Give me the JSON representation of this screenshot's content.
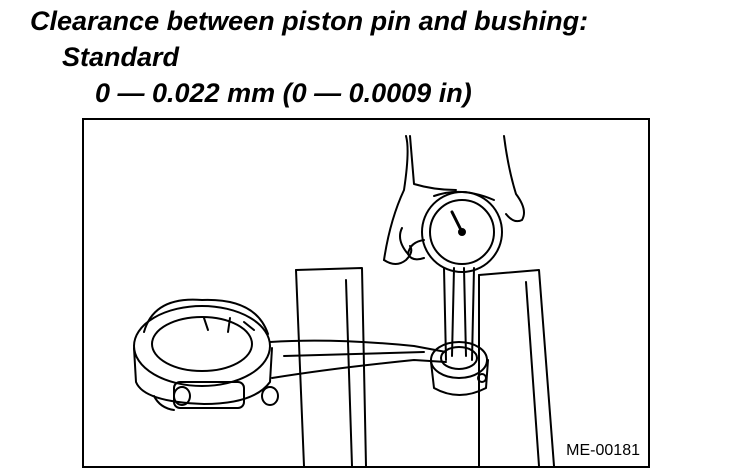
{
  "spec": {
    "title": "Clearance between piston pin and bushing:",
    "subtitle": "Standard",
    "value": "0 — 0.022 mm (0 — 0.0009 in)"
  },
  "figure": {
    "id_label": "ME-00181",
    "illustration": "dial-gauge-measuring-connecting-rod-small-end-bushing"
  }
}
